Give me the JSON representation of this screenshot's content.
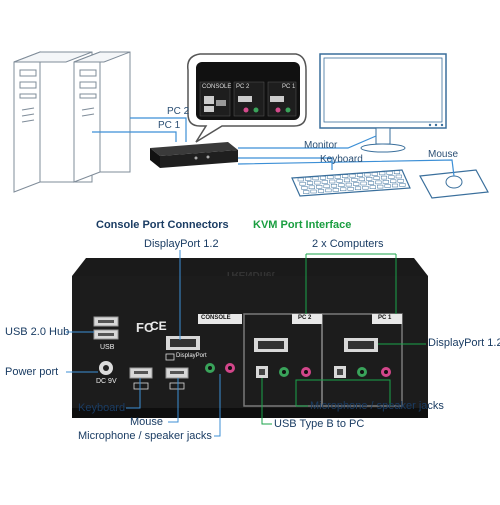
{
  "colors": {
    "line_blue": "#3c8fd6",
    "line_green": "#1aa34a",
    "text_navy": "#1a3c63",
    "kvm_title_green": "#1a9e40",
    "device_black": "#1c1c1c",
    "outline_gray": "#8a9aa8"
  },
  "top_diagram": {
    "pc2_label": "PC 2",
    "pc1_label": "PC 1",
    "monitor_label": "Monitor",
    "keyboard_label": "Keyboard",
    "mouse_label": "Mouse",
    "zoom_pc2": "PC 2",
    "zoom_pc1": "PC 1",
    "zoom_console": "CONSOLE"
  },
  "bottom_diagram": {
    "console_port_title": "Console Port Connectors",
    "kvm_port_title": "KVM Port Interface",
    "displayport_top": "DisplayPort 1.2",
    "two_computers": "2 x Computers",
    "usb_hub": "USB 2.0 Hub",
    "displayport_right": "DisplayPort 1.2",
    "power_port": "Power port",
    "keyboard": "Keyboard",
    "mouse": "Mouse",
    "mic_speaker_left": "Microphone / speaker jacks",
    "mic_speaker_right": "Microphone / speaker jacks",
    "usb_type_b": "USB Type B to PC",
    "panel_console": "CONSOLE",
    "panel_pc2": "PC 2",
    "panel_pc1": "PC 1",
    "panel_usb": "USB",
    "panel_dc": "DC 9V",
    "panel_dp": "DisplayPort",
    "panel_ce": "CE"
  }
}
